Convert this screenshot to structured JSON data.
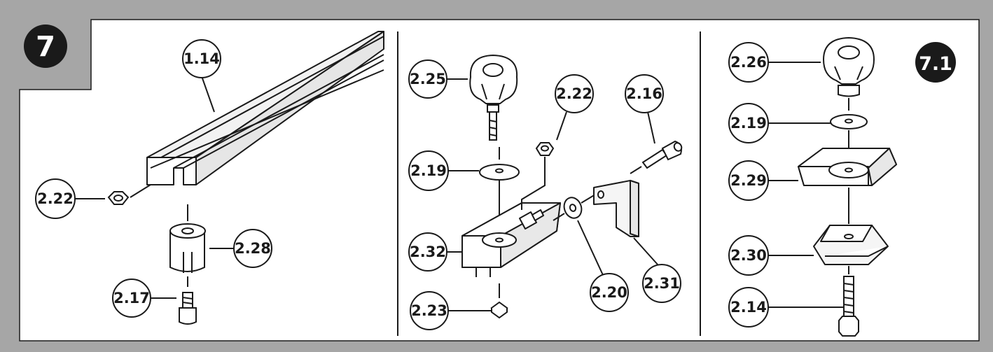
{
  "frame": {
    "outer_color": "#a6a6a6",
    "inner_color": "#ffffff",
    "ink": "#1a1a1a"
  },
  "step_badges": [
    {
      "id": "main",
      "label": "7"
    },
    {
      "id": "sub",
      "label": "7.1"
    }
  ],
  "panels": [
    {
      "id": "rail",
      "callouts": [
        {
          "id": "p1-1-14",
          "label": "1.14"
        },
        {
          "id": "p1-2-22",
          "label": "2.22"
        },
        {
          "id": "p1-2-28",
          "label": "2.28"
        },
        {
          "id": "p1-2-17",
          "label": "2.17"
        }
      ]
    },
    {
      "id": "clamp",
      "callouts": [
        {
          "id": "p2-2-25",
          "label": "2.25"
        },
        {
          "id": "p2-2-22",
          "label": "2.22"
        },
        {
          "id": "p2-2-16",
          "label": "2.16"
        },
        {
          "id": "p2-2-19",
          "label": "2.19"
        },
        {
          "id": "p2-2-32",
          "label": "2.32"
        },
        {
          "id": "p2-2-20",
          "label": "2.20"
        },
        {
          "id": "p2-2-31",
          "label": "2.31"
        },
        {
          "id": "p2-2-23",
          "label": "2.23"
        }
      ]
    },
    {
      "id": "knob-stack",
      "callouts": [
        {
          "id": "p3-2-26",
          "label": "2.26"
        },
        {
          "id": "p3-2-19",
          "label": "2.19"
        },
        {
          "id": "p3-2-29",
          "label": "2.29"
        },
        {
          "id": "p3-2-30",
          "label": "2.30"
        },
        {
          "id": "p3-2-14",
          "label": "2.14"
        }
      ]
    }
  ]
}
